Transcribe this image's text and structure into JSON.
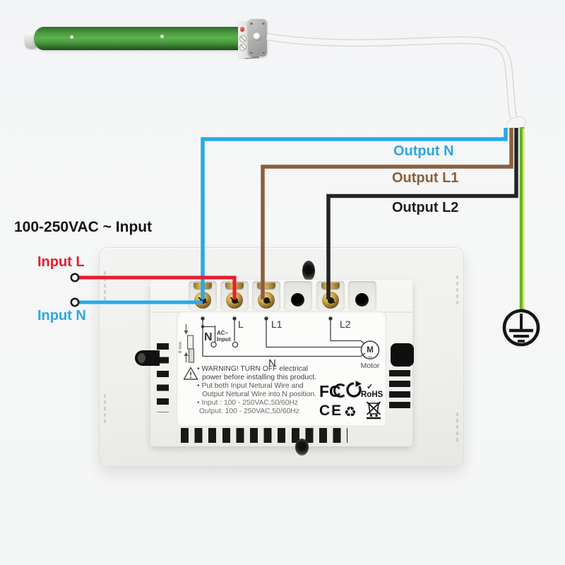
{
  "wire_labels": {
    "output_n": "Output N",
    "output_l1": "Output L1",
    "output_l2": "Output L2",
    "input_voltage": "100-250VAC ~ Input",
    "input_l": "Input L",
    "input_n": "Input N"
  },
  "switch_module": {
    "schematic": {
      "n_terminal": "N",
      "ac_line1": "AC~",
      "ac_line2": "Input",
      "l_terminal": "L",
      "l1_terminal": "L1",
      "l2_terminal": "L2",
      "n_bus": "N",
      "motor_letter": "M",
      "motor_wave": "~",
      "motor_caption": "Motor",
      "strip_length": "8 mm"
    },
    "warning_lines": [
      "• WARNING! TURN OFF electrical",
      "power before installing this product.",
      "• Put both Input Netural Wire and",
      "Output Netural Wire into N position.",
      "• Input : 100 - 250VAC,50/60Hz",
      "Output: 100 - 250VAC,50/60Hz"
    ],
    "certifications": {
      "fcc": "FC",
      "rohs_check": "✓",
      "rohs": "RoHS",
      "ce": "CE",
      "recycle_glyph": "♻"
    }
  },
  "wire_colors": {
    "output_n_blue": "#29a8e8",
    "output_l1_brown": "#8a5f3e",
    "output_l2_black": "#232323",
    "input_l_red": "#ea1c2c",
    "input_n_blue": "#29a8e8",
    "ground_green": "#58b42c",
    "ground_yellow": "#e8e332",
    "motor_tube_green": "#4d9c40"
  }
}
